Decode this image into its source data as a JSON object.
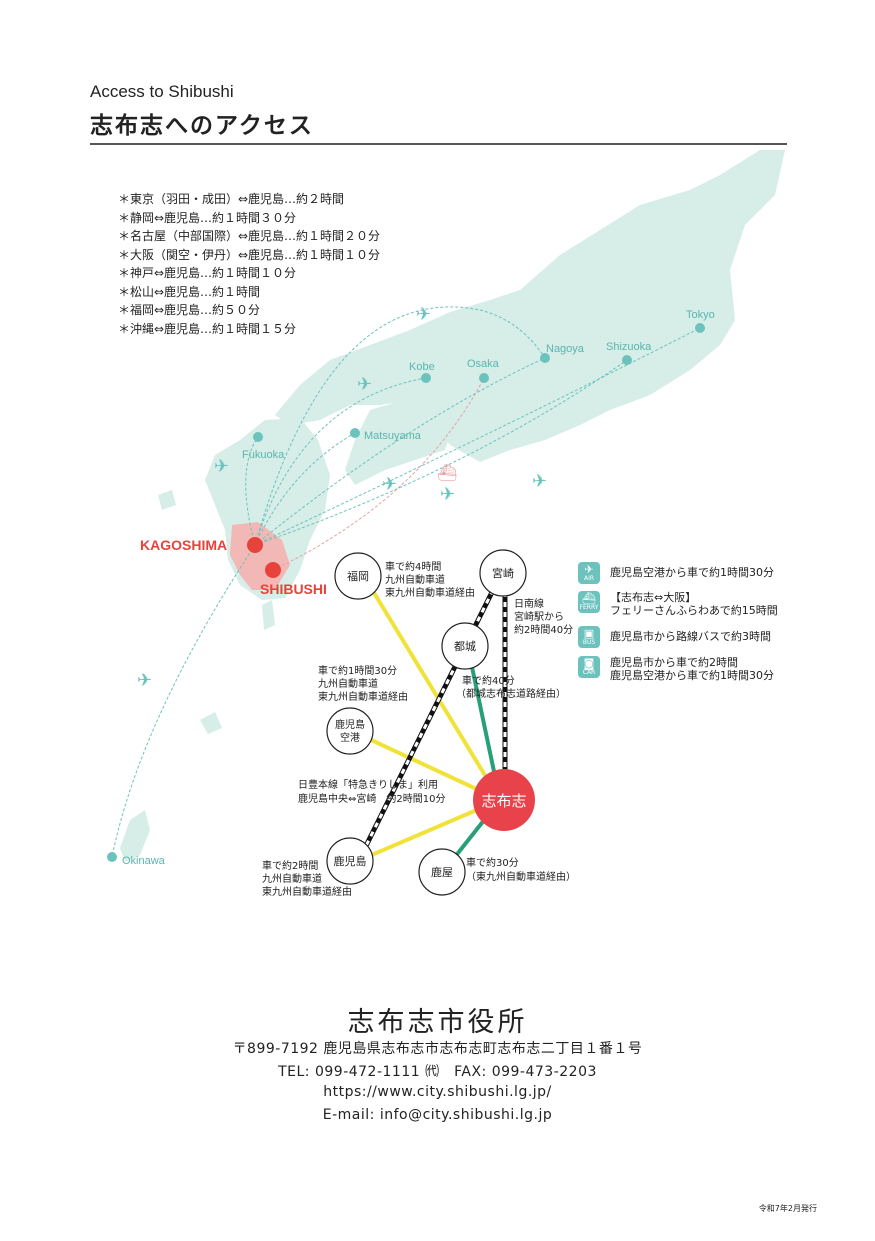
{
  "header": {
    "title_en": "Access to Shibushi",
    "title_jp": "志布志へのアクセス"
  },
  "flights": [
    "＊東京（羽田・成田）⇔鹿児島…約２時間",
    "＊静岡⇔鹿児島…約１時間３０分",
    "＊名古屋（中部国際）⇔鹿児島…約１時間２０分",
    "＊大阪（関空・伊丹）⇔鹿児島…約１時間１０分",
    "＊神戸⇔鹿児島…約１時間１０分",
    "＊松山⇔鹿児島…約１時間",
    "＊福岡⇔鹿児島…約５０分",
    "＊沖縄⇔鹿児島…約１時間１５分"
  ],
  "map": {
    "cities": {
      "tokyo": "Tokyo",
      "shizuoka": "Shizuoka",
      "nagoya": "Nagoya",
      "osaka": "Osaka",
      "kobe": "Kobe",
      "matsuyama": "Matsuyama",
      "fukuoka": "Fukuoka",
      "okinawa": "Okinawa",
      "kagoshima": "KAGOSHIMA",
      "shibushi": "SHIBUSHI"
    },
    "colors": {
      "land": "#d6ede8",
      "route": "#6cc3bd",
      "ferry": "#e8a0a0",
      "highlight": "#e8433a",
      "highway": "#f0e237",
      "localroad": "#27a07a"
    }
  },
  "diagram": {
    "nodes": {
      "fukuoka": "福岡",
      "miyazaki": "宮崎",
      "miyakonojo": "都城",
      "airport": "鹿児島\n空港",
      "shibushi": "志布志",
      "kagoshima": "鹿児島",
      "kanoya": "鹿屋"
    },
    "notes": {
      "fukuoka": [
        "車で約4時間",
        "九州自動車道",
        "東九州自動車道経由"
      ],
      "miyazaki": [
        "日南線",
        "宮崎駅から",
        "約2時間40分"
      ],
      "airport": [
        "車で約1時間30分",
        "九州自動車道",
        "東九州自動車道経由"
      ],
      "miyakonojo": [
        "車で約40分",
        "（都城志布志道路経由）"
      ],
      "rail": [
        "日豊本線「特急きりしま」利用",
        "鹿児島中央⇔宮崎　約2時間10分"
      ],
      "kagoshima": [
        "車で約2時間",
        "九州自動車道",
        "東九州自動車道経由"
      ],
      "kanoya": [
        "車で約30分",
        "（東九州自動車道経由）"
      ]
    }
  },
  "legend": [
    {
      "icon": "airplane-icon",
      "tag": "AIR",
      "glyph": "✈",
      "lines": [
        "鹿児島空港から車で約1時間30分"
      ]
    },
    {
      "icon": "ferry-icon",
      "tag": "FERRY",
      "glyph": "⛴",
      "lines": [
        "【志布志⇔大阪】",
        "フェリーさんふらわあで約15時間"
      ]
    },
    {
      "icon": "bus-icon",
      "tag": "BUS",
      "glyph": "▣",
      "lines": [
        "鹿児島市から路線バスで約3時間"
      ]
    },
    {
      "icon": "car-icon",
      "tag": "CAR",
      "glyph": "◙",
      "lines": [
        "鹿児島市から車で約2時間",
        "鹿児島空港から車で約1時間30分"
      ]
    }
  ],
  "footer": {
    "name": "志布志市役所",
    "address": "〒899-7192 鹿児島県志布志市志布志町志布志二丁目１番１号",
    "tel_fax": "TEL: 099-472-1111 ㈹　FAX: 099-473-2203",
    "url": "https://www.city.shibushi.lg.jp/",
    "email": "E-mail: info@city.shibushi.lg.jp",
    "issue": "令和7年2月発行"
  }
}
